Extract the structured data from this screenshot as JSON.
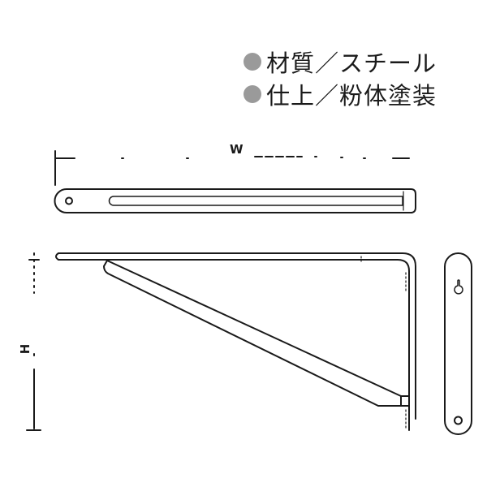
{
  "specs": [
    {
      "icon": "circle-bullet-icon",
      "text": "材質／スチール"
    },
    {
      "icon": "circle-bullet-icon",
      "text": "仕上／粉体塗装"
    }
  ],
  "dimensions": {
    "width_label": "W",
    "height_label": "H"
  },
  "colors": {
    "line": "#1a1a1a",
    "bullet": "#9a9a9a"
  }
}
